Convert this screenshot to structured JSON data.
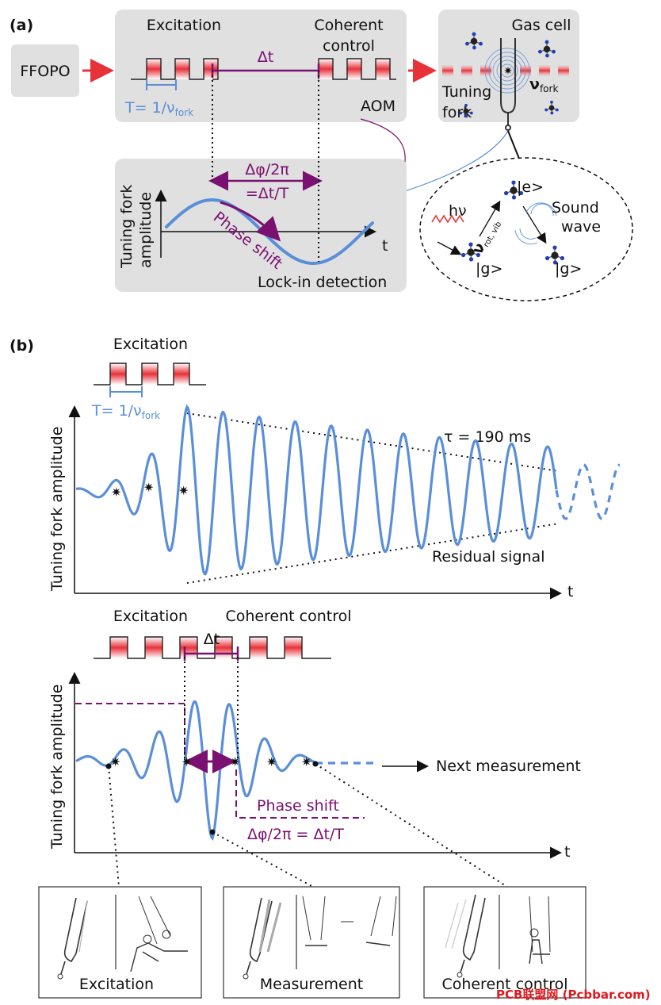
{
  "panel_a": {
    "tag": "(a)",
    "laser_label": "FFOPO",
    "excitation_label": "Excitation",
    "coherent_label_1": "Coherent",
    "coherent_label_2": "control",
    "delta_t_label": "Δt",
    "period_label": "T= 1/ν",
    "period_sub": "fork",
    "aom_label": "AOM",
    "gas_cell_label": "Gas cell",
    "tuning_label_1": "Tuning",
    "tuning_label_2": "fork",
    "nu_fork": "ν",
    "nu_fork_sub": "fork",
    "lockin_ylabel_1": "Tuning fork",
    "lockin_ylabel_2": "amplitude",
    "phase_ratio_1": "Δφ/2π",
    "phase_ratio_2": "=Δt/T",
    "phase_shift_label": "Phase shift",
    "t_axis": "t",
    "lockin_label": "Lock-in detection",
    "hv_label": "hν",
    "e_state": "|e>",
    "g_state_1": "|g>",
    "g_state_2": "|g>",
    "nu_rot_vib": "ν",
    "nu_rot_vib_sub": "rot, vib",
    "sound_label_1": "Sound",
    "sound_label_2": "wave"
  },
  "panel_b": {
    "tag": "(b)",
    "excitation_label": "Excitation",
    "period_label": "T= 1/ν",
    "period_sub": "fork",
    "tau_label": "τ = 190 ms",
    "residual_label": "Residual signal",
    "ylabel": "Tuning fork amplitude",
    "t_axis": "t",
    "excitation_label_2": "Excitation",
    "coherent_label": "Coherent control",
    "delta_t_label": "Δt",
    "ylabel_2": "Tuning fork amplitude",
    "next_label": "Next measurement",
    "phase_shift_label": "Phase shift",
    "phase_ratio": "Δφ/2π = Δt/T",
    "t_axis_2": "t"
  },
  "insets": [
    "Excitation",
    "Measurement",
    "Coherent control"
  ],
  "watermark": "PCB联盟网 (Pcbbar.com)",
  "colors": {
    "blue": "#5a8fd8",
    "red": "#e8323a",
    "purple": "#7a1070",
    "panel_gray": "#e0e0e0"
  }
}
